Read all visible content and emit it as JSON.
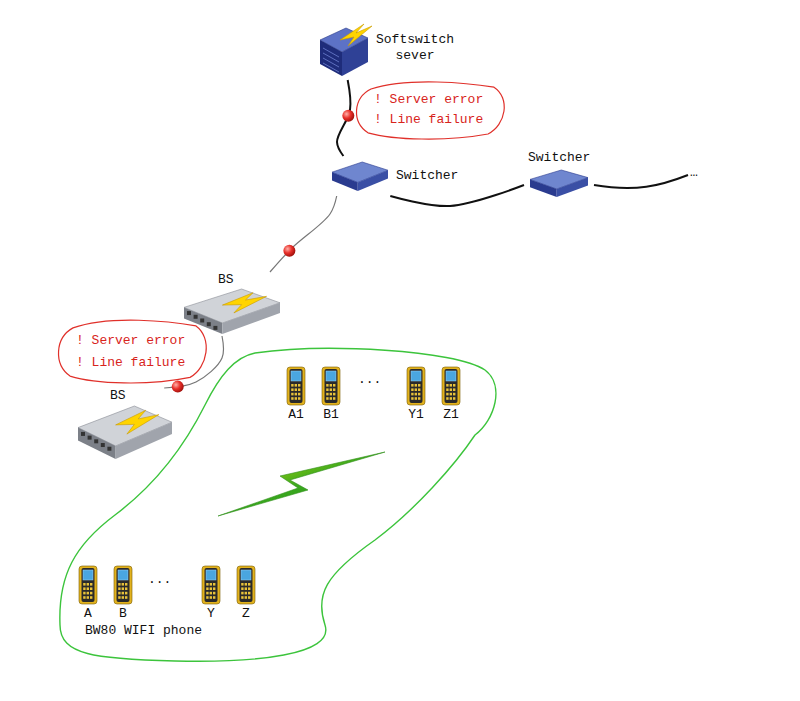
{
  "diagram": {
    "nodes": [
      {
        "text": [
          "Softswitch sever"
        ]
      },
      {
        "text": [
          "! Server error",
          "! Line failure"
        ]
      },
      {
        "text": [
          "Switcher"
        ]
      },
      {
        "text": [
          "Switcher"
        ]
      },
      {
        "text": [
          "BS"
        ]
      },
      {
        "text": [
          "! Server error",
          "! Line failure"
        ]
      },
      {
        "text": [
          "BS"
        ]
      },
      {
        "text": [
          "BW80 WIFI phone"
        ]
      },
      {
        "text": [
          "A1"
        ],
        "in": 7
      },
      {
        "text": [
          "B1"
        ],
        "in": 7
      },
      {
        "text": [
          "Y1"
        ],
        "in": 7
      },
      {
        "text": [
          "Z1"
        ],
        "in": 7
      },
      {
        "text": [
          "A"
        ],
        "in": 7
      },
      {
        "text": [
          "B"
        ],
        "in": 7
      },
      {
        "text": [
          "Y"
        ],
        "in": 7
      },
      {
        "text": [
          "Z"
        ],
        "in": 7
      }
    ],
    "edges": [
      {
        "from": 0,
        "to": 2,
        "arrow": "none"
      },
      {
        "from": 2,
        "to": 3,
        "arrow": "none"
      },
      {
        "from": 2,
        "to": 4,
        "arrow": "none"
      },
      {
        "from": 4,
        "to": 6,
        "arrow": "none"
      }
    ],
    "labels": [
      "…",
      "...",
      "..."
    ]
  }
}
